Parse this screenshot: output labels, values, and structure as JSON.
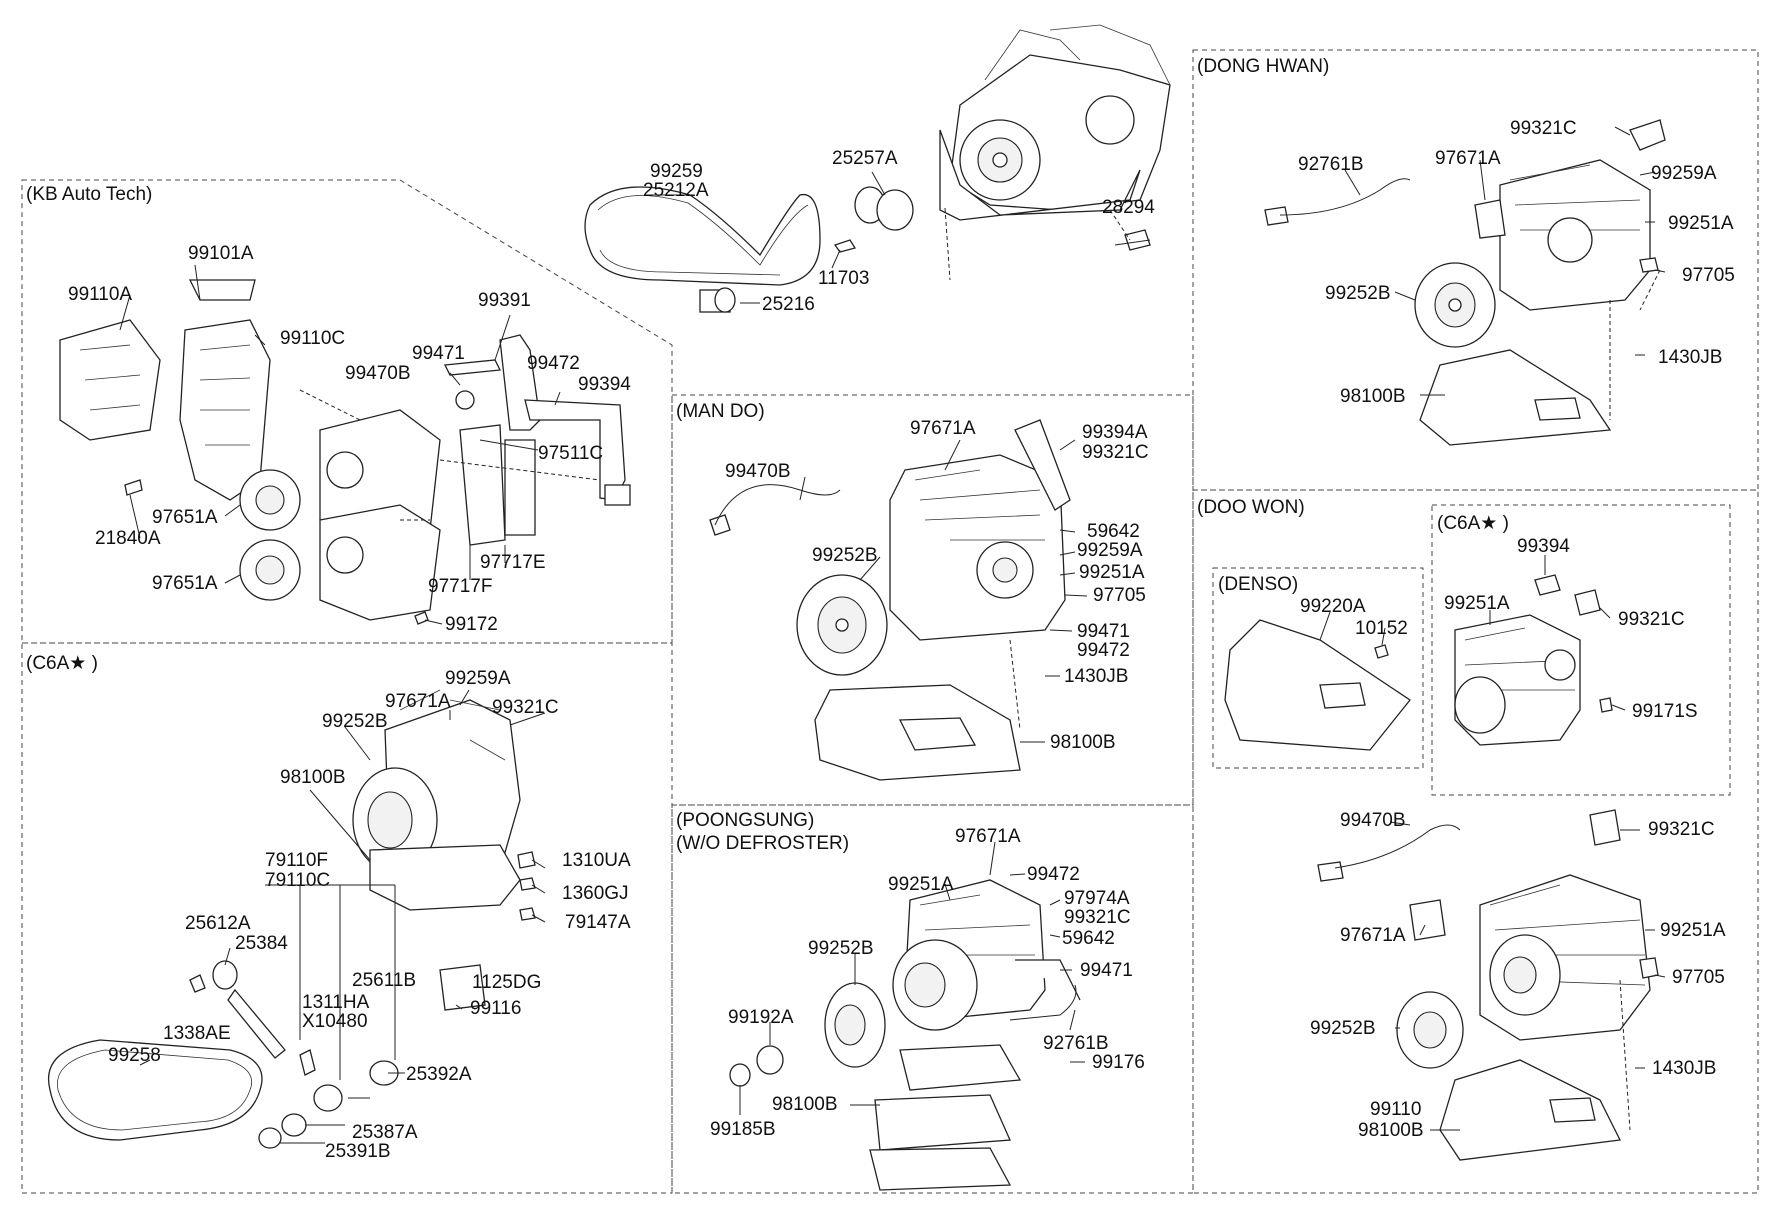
{
  "sections": {
    "kb": "(KB Auto Tech)",
    "c6a_left": "(C6A★ )",
    "man_do": "(MAN DO)",
    "poongsung": "(POONGSUNG)",
    "poongsung_sub": "(W/O DEFROSTER)",
    "dong_hwan": "(DONG HWAN)",
    "doo_won": "(DOO WON)",
    "denso": "(DENSO)",
    "c6a_right": "(C6A★ )"
  },
  "labels": {
    "top": [
      "99259",
      "25212A",
      "25257A",
      "11703",
      "25216",
      "28294"
    ],
    "kb": [
      "99101A",
      "99110A",
      "99110C",
      "99391",
      "99471",
      "99470B",
      "99472",
      "99394",
      "97511C",
      "97651A",
      "21840A",
      "97651A",
      "97717E",
      "97717F",
      "99172"
    ],
    "c6a_left": [
      "99259A",
      "97671A",
      "99321C",
      "99252B",
      "98100B",
      "79110F",
      "79110C",
      "1310UA",
      "1360GJ",
      "79147A",
      "25612A",
      "25384",
      "25611B",
      "1125DG",
      "1311HA",
      "X10480",
      "1338AE",
      "99116",
      "99258",
      "25392A",
      "25387A",
      "25391B"
    ],
    "man_do": [
      "97671A",
      "99394A",
      "99321C",
      "99470B",
      "59642",
      "99259A",
      "99252B",
      "99251A",
      "97705",
      "99471",
      "99472",
      "1430JB",
      "98100B"
    ],
    "poongsung": [
      "97671A",
      "99472",
      "99251A",
      "97974A",
      "99321C",
      "59642",
      "99252B",
      "99471",
      "99192A",
      "92761B",
      "99176",
      "98100B",
      "99185B"
    ],
    "dong_hwan": [
      "99321C",
      "92761B",
      "97671A",
      "99259A",
      "99251A",
      "97705",
      "99252B",
      "1430JB",
      "98100B"
    ],
    "denso": [
      "99220A",
      "10152"
    ],
    "c6a_right": [
      "99394",
      "99251A",
      "99321C",
      "99171S"
    ],
    "doo_won": [
      "99470B",
      "99321C",
      "97671A",
      "99251A",
      "97705",
      "99252B",
      "1430JB",
      "99110",
      "98100B"
    ]
  }
}
